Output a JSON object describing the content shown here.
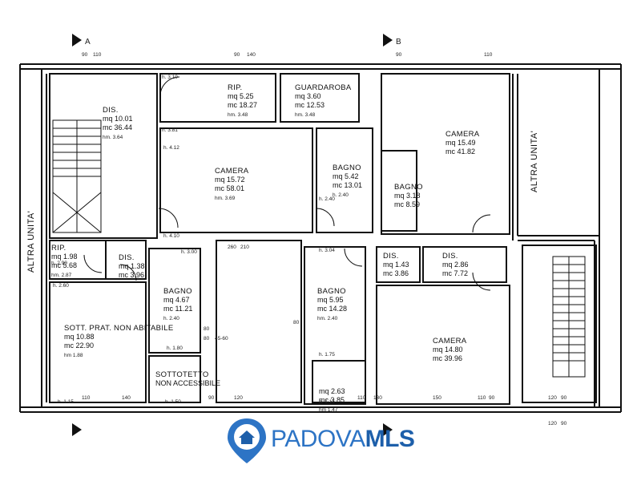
{
  "side_labels": {
    "left": "ALTRA UNITA'",
    "right": "ALTRA UNITA'"
  },
  "section_markers": {
    "a": "A",
    "b": "B"
  },
  "rooms": [
    {
      "id": "dis-top",
      "name": "DIS.",
      "lines": [
        "mq 10.01",
        "mc 36.44",
        "hm. 3.64"
      ]
    },
    {
      "id": "rip",
      "name": "RIP.",
      "lines": [
        "mq 5.25",
        "mc 18.27",
        "hm. 3.48"
      ]
    },
    {
      "id": "guardaroba",
      "name": "GUARDAROBA",
      "lines": [
        "mq 3.60",
        "mc 12.53",
        "hm. 3.48"
      ]
    },
    {
      "id": "camera-center",
      "name": "CAMERA",
      "lines": [
        "mq 15.72",
        "mc 58.01",
        "hm. 3.69"
      ]
    },
    {
      "id": "bagno-center",
      "name": "BAGNO",
      "lines": [
        "mq 5.42",
        "mc 13.01",
        "h. 2.40"
      ]
    },
    {
      "id": "camera-right",
      "name": "CAMERA",
      "lines": [
        "mq 15.49",
        "mc 41.82"
      ]
    },
    {
      "id": "bagno-right",
      "name": "BAGNO",
      "lines": [
        "mq 3.18",
        "mc 8.59"
      ]
    },
    {
      "id": "rip-left",
      "name": "RIP.",
      "lines": [
        "mq 1.98",
        "mc 5.68",
        "hm. 2.87"
      ]
    },
    {
      "id": "dis-left",
      "name": "DIS.",
      "lines": [
        "mq 1.38",
        "mc 3.96"
      ]
    },
    {
      "id": "bagno-left",
      "name": "BAGNO",
      "lines": [
        "mq 4.67",
        "mc 11.21",
        "h. 2.40"
      ]
    },
    {
      "id": "sottotetto",
      "name": "SOTT. PRAT. NON ABITABILE",
      "lines": [
        "mq 10.88",
        "mc 22.90",
        "hm 1.88"
      ]
    },
    {
      "id": "sottotetto-na",
      "name": "SOTTOTETTO",
      "lines": [
        "NON ACCESSIBILE"
      ]
    },
    {
      "id": "bagno-mid",
      "name": "BAGNO",
      "lines": [
        "mq 5.95",
        "mc 14.28",
        "hm. 2.40"
      ]
    },
    {
      "id": "dis-mid",
      "name": "DIS.",
      "lines": [
        "mq 1.43",
        "mc 3.86"
      ]
    },
    {
      "id": "dis-right",
      "name": "DIS.",
      "lines": [
        "mq 2.86",
        "mc 7.72"
      ]
    },
    {
      "id": "camera-bottom",
      "name": "CAMERA",
      "lines": [
        "mq 14.80",
        "mc 39.96"
      ]
    },
    {
      "id": "small-closet",
      "name": "",
      "lines": [
        "mq 2.63",
        "mc 3.85",
        "hm 1.47"
      ]
    }
  ],
  "heights": [
    "h. 3.19",
    "h. 3.81",
    "h. 4.12",
    "h. 4.10",
    "h. 3.00",
    "h. 3.04",
    "h. 2.60",
    "h. 1.80",
    "h. 1.75",
    "h. 1.15",
    "h. 1.15",
    "h. 2.40",
    "h. 1.50",
    "h. 2.90"
  ],
  "dims": [
    "90",
    "110",
    "90",
    "140",
    "90",
    "110",
    "110",
    "140",
    "90",
    "120",
    "260",
    "210",
    "80",
    "80",
    "80",
    "45-60",
    "110",
    "130",
    "150",
    "110",
    "90",
    "120",
    "90",
    "120",
    "90"
  ],
  "logo": {
    "padova": "PADOVA",
    "mls": "MLS"
  },
  "colors": {
    "wall": "#111111",
    "logo_blue": "#2d74c5",
    "logo_dark": "#1d5faa"
  }
}
